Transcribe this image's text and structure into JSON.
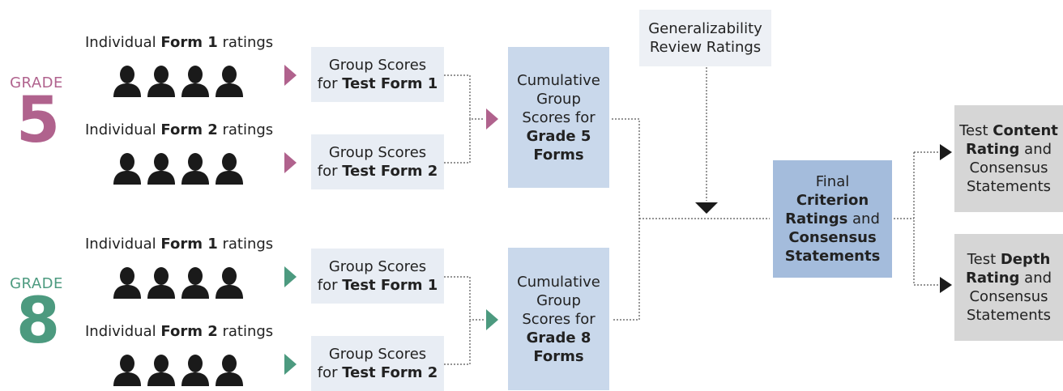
{
  "grade5": {
    "label": "GRADE",
    "number": "5",
    "form1": {
      "prefix": "Individual ",
      "bold": "Form 1",
      "suffix": " ratings"
    },
    "form2": {
      "prefix": "Individual ",
      "bold": "Form 2",
      "suffix": " ratings"
    },
    "group1": {
      "line1": "Group Scores",
      "line2_prefix": "for ",
      "line2_bold": "Test Form 1"
    },
    "group2": {
      "line1": "Group Scores",
      "line2_prefix": "for ",
      "line2_bold": "Test Form 2"
    },
    "cumulative": {
      "l1": "Cumulative",
      "l2": "Group",
      "l3": "Scores for",
      "l4": "Grade 5",
      "l5": "Forms"
    }
  },
  "grade8": {
    "label": "GRADE",
    "number": "8",
    "form1": {
      "prefix": "Individual ",
      "bold": "Form 1",
      "suffix": " ratings"
    },
    "form2": {
      "prefix": "Individual ",
      "bold": "Form 2",
      "suffix": " ratings"
    },
    "group1": {
      "line1": "Group Scores",
      "line2_prefix": "for ",
      "line2_bold": "Test Form 1"
    },
    "group2": {
      "line1": "Group Scores",
      "line2_prefix": "for ",
      "line2_bold": "Test Form 2"
    },
    "cumulative": {
      "l1": "Cumulative",
      "l2": "Group",
      "l3": "Scores for",
      "l4": "Grade 8",
      "l5": "Forms"
    }
  },
  "review": {
    "l1": "Generalizability",
    "l2": "Review Ratings"
  },
  "final": {
    "l1": "Final",
    "l2": "Criterion",
    "l3a": "Ratings",
    "l3b": " and",
    "l4": "Consensus",
    "l5": "Statements"
  },
  "content_out": {
    "l1a": "Test ",
    "l1b": "Content",
    "l2a": "Rating",
    "l2b": " and",
    "l3": "Consensus",
    "l4": "Statements"
  },
  "depth_out": {
    "l1a": "Test ",
    "l1b": "Depth",
    "l2a": "Rating",
    "l2b": " and",
    "l3": "Consensus",
    "l4": "Statements"
  },
  "colors": {
    "grade5": "#b0628d",
    "grade8": "#4c9a7f",
    "person": "#1a1a1a"
  },
  "icons": [
    "person-silhouette-icon",
    "triangle-arrow-icon"
  ]
}
